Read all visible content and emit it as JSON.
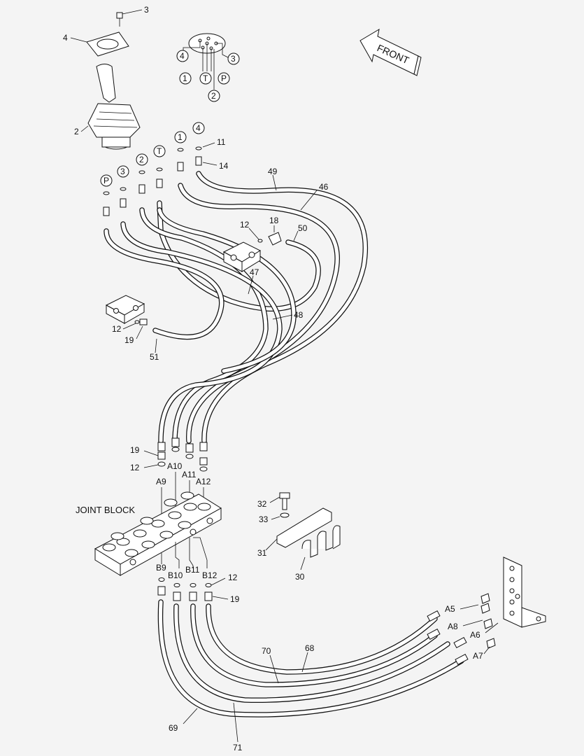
{
  "diagram": {
    "front_label": "FRONT",
    "joint_block_label": "JOINT BLOCK",
    "callouts": {
      "c3": "3",
      "c4": "4",
      "c2": "2",
      "c11": "11",
      "c14": "14",
      "c49": "49",
      "c46": "46",
      "c12a": "12",
      "c18": "18",
      "c50": "50",
      "c47": "47",
      "c48": "48",
      "c12b": "12",
      "c19a": "19",
      "c51": "51",
      "c19b": "19",
      "c12c": "12",
      "c32": "32",
      "c33": "33",
      "c31": "31",
      "c30": "30",
      "c12d": "12",
      "c19c": "19",
      "c70": "70",
      "c68": "68",
      "c69": "69",
      "c71": "71"
    },
    "ports": {
      "a9": "A9",
      "a10": "A10",
      "a11": "A11",
      "a12": "A12",
      "b9": "B9",
      "b10": "B10",
      "b11": "B11",
      "b12": "B12",
      "a5": "A5",
      "a8": "A8",
      "a6": "A6",
      "a7": "A7"
    },
    "pin_circles": {
      "top_4": "4",
      "top_3": "3",
      "top_1": "1",
      "top_t": "T",
      "top_p": "P",
      "top_2": "2",
      "col_1": "1",
      "col_4": "4",
      "col_2": "2",
      "col_t": "T",
      "col_p": "P",
      "col_3": "3"
    }
  }
}
